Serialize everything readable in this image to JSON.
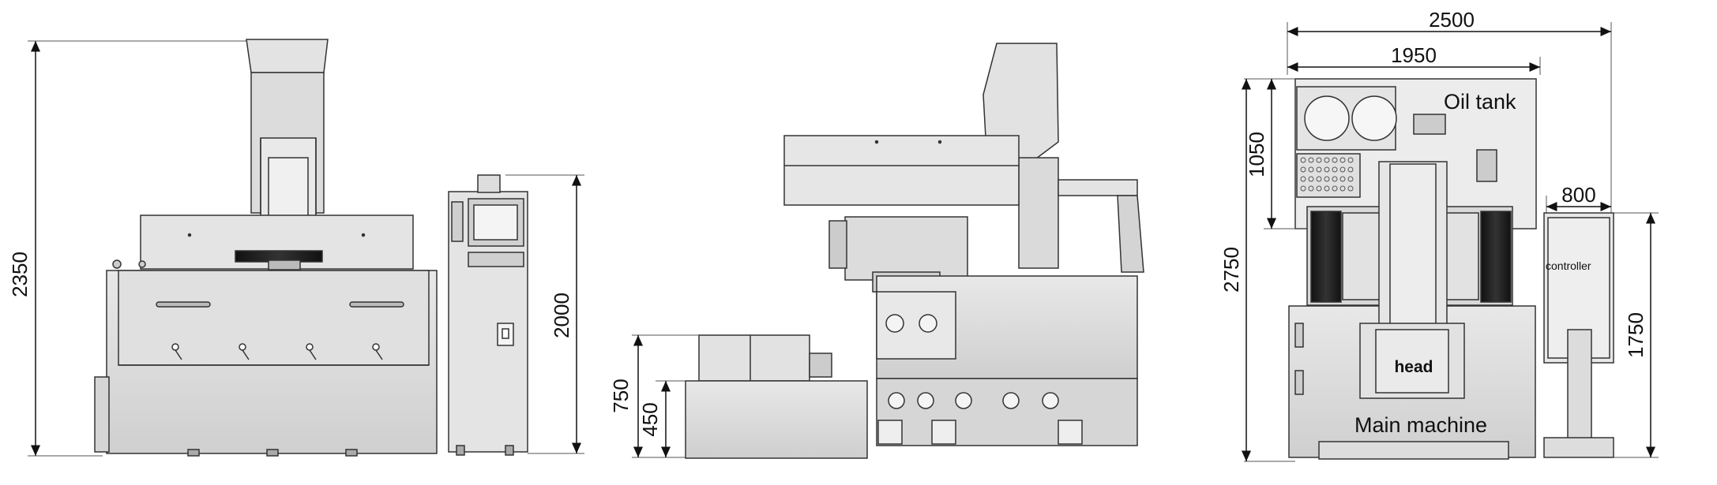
{
  "dimensions": {
    "front_height": "2350",
    "controller_height": "2000",
    "side_tank_height": "750",
    "side_low_height": "450",
    "top_total_width": "2500",
    "top_inner_width": "1950",
    "top_depth": "2750",
    "oil_tank_depth": "1050",
    "controller_width": "800",
    "controller_depth": "1750"
  },
  "labels": {
    "oil_tank": "Oil tank",
    "controller": "controller",
    "head": "head",
    "main_machine": "Main machine"
  },
  "colors": {
    "body_fill": "#d9d9d9",
    "panel_fill": "#e6e6e6",
    "dark": "#1a1a1a",
    "line": "#333333"
  }
}
